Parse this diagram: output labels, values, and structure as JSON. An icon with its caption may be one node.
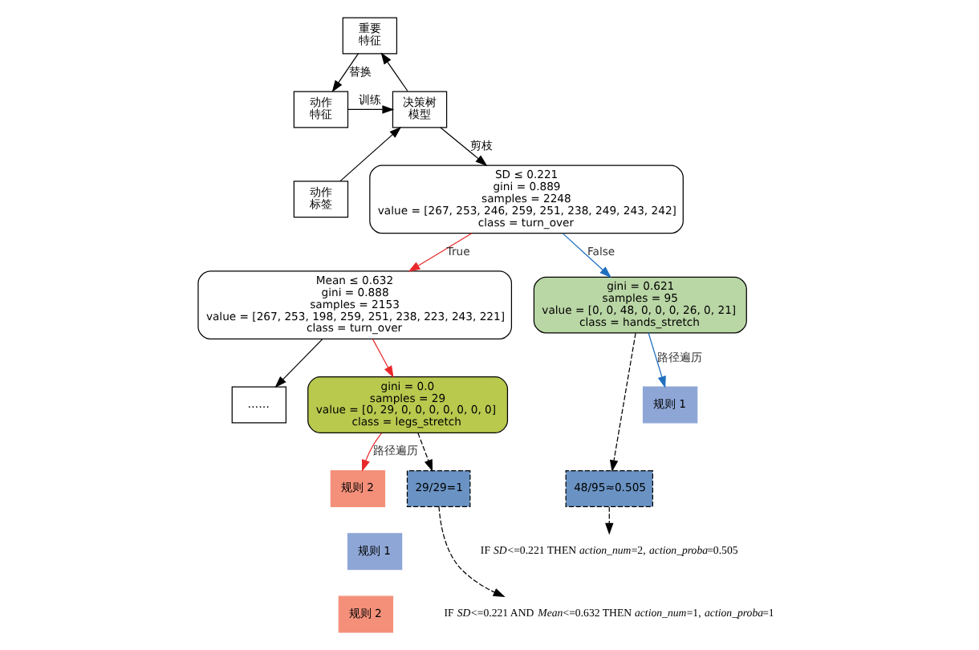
{
  "diagram": {
    "nodes": [
      {
        "text": [
          "重要特征"
        ]
      },
      {
        "text": [
          "动作特征"
        ]
      },
      {
        "text": [
          "动作标签"
        ]
      },
      {
        "text": [
          "决策树模型"
        ]
      },
      {
        "text": [
          "SD ≤ 0.221",
          "gini = 0.889",
          "samples = 2248",
          "value = [267, 253, 246, 259, 251, 238, 249, 243, 242]",
          "class = turn_over"
        ]
      },
      {
        "text": [
          "Mean ≤ 0.632",
          "gini = 0.888",
          "samples = 2153",
          "value = [267, 253, 198, 259, 251, 238, 223, 243, 221]",
          "class = turn_over"
        ]
      },
      {
        "text": [
          "gini = 0.621",
          "samples = 95",
          "value = [0, 0, 48, 0, 0, 0, 26, 0, 21]",
          "class = hands_stretch"
        ]
      },
      {
        "text": [
          "……"
        ]
      },
      {
        "text": [
          "gini = 0.0",
          "samples = 29",
          "value = [0, 29, 0, 0, 0, 0, 0, 0, 0]",
          "class = legs_stretch"
        ]
      },
      {
        "text": [
          "规则 1"
        ]
      },
      {
        "text": [
          "规则 2"
        ]
      },
      {
        "text": [
          "48/95≈0.505"
        ]
      },
      {
        "text": [
          "29/29=1"
        ]
      },
      {
        "text": [
          "规则 1"
        ]
      },
      {
        "text": [
          "IF *SD*<=0.221 THEN *action_num*=2, *action_proba*=0.505"
        ]
      },
      {
        "text": [
          "规则 2"
        ]
      },
      {
        "text": [
          "IF *SD*<=0.221 AND *Mean*<=0.632 THEN *action_num*=1, *action_proba*=1"
        ]
      }
    ],
    "edges": [
      {
        "from": 3,
        "to": 0,
        "arrow": "to"
      },
      {
        "from": 0,
        "to": 1,
        "arrow": "to",
        "label": "替换"
      },
      {
        "from": 1,
        "to": 3,
        "arrow": "to",
        "label": "训练"
      },
      {
        "from": 2,
        "to": 3,
        "arrow": "to"
      },
      {
        "from": 3,
        "to": 4,
        "arrow": "to",
        "label": "剪枝"
      },
      {
        "from": 4,
        "to": 5,
        "arrow": "to",
        "label": "True",
        "color": "#e8282a"
      },
      {
        "from": 4,
        "to": 6,
        "arrow": "to",
        "label": "False",
        "color": "#1f6fbf"
      },
      {
        "from": 5,
        "to": 7,
        "arrow": "to"
      },
      {
        "from": 5,
        "to": 8,
        "arrow": "to",
        "color": "#e8282a"
      },
      {
        "from": 6,
        "to": 9,
        "arrow": "to",
        "label": "路径遍历",
        "color": "#1f6fbf"
      },
      {
        "from": 8,
        "to": 10,
        "arrow": "to",
        "label": "路径遍历",
        "color": "#e8282a"
      },
      {
        "from": 6,
        "to": 11,
        "arrow": "to",
        "style": "dashed"
      },
      {
        "from": 8,
        "to": 12,
        "arrow": "to",
        "style": "dashed"
      },
      {
        "from": 11,
        "to": 14,
        "arrow": "to",
        "style": "dashed"
      },
      {
        "from": 12,
        "to": 16,
        "arrow": "to",
        "style": "dashed"
      }
    ]
  }
}
